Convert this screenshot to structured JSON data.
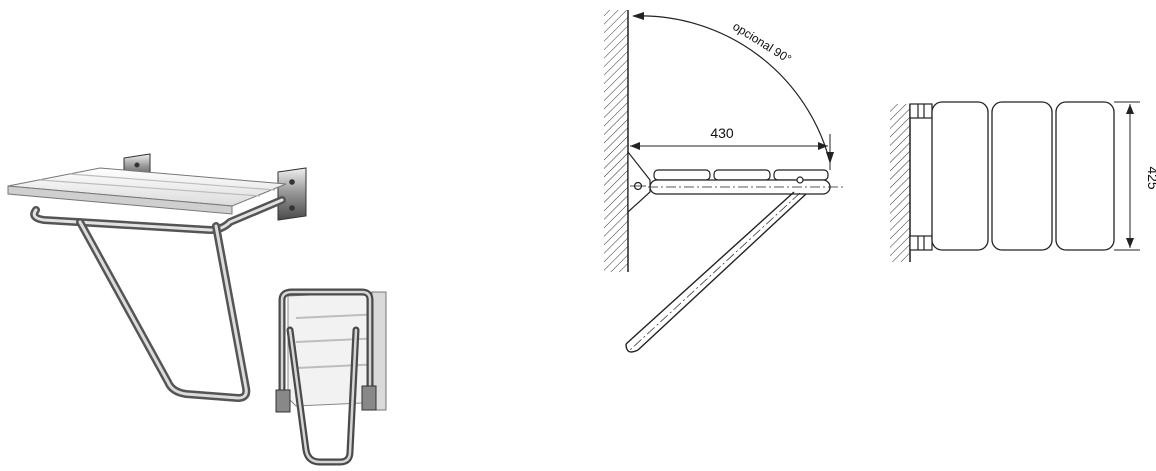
{
  "drawing": {
    "width_label": "430",
    "depth_label": "425",
    "rotation_label": "opcional 90°"
  },
  "colors": {
    "line": "#222222",
    "seat_white": "#f4f4f4",
    "steel_dark": "#5a5a5a",
    "steel_light": "#d8d8d8"
  },
  "icons": {
    "seat_photo": "folding-shower-seat-photo",
    "folded_photo": "folded-shower-seat-photo",
    "side_view": "side-elevation-drawing",
    "top_view": "top-plan-drawing"
  }
}
